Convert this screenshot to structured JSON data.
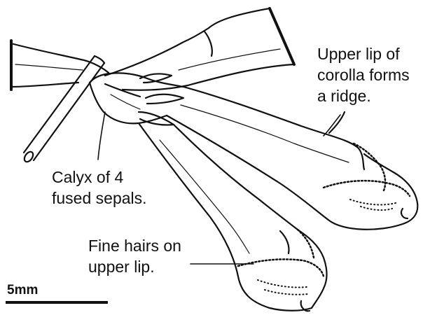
{
  "labels": {
    "upper_lip_ridge": [
      "Upper lip of",
      "corolla forms",
      "a ridge."
    ],
    "calyx": [
      "Calyx of 4",
      "fused sepals."
    ],
    "fine_hairs": [
      "Fine hairs on",
      "upper lip."
    ]
  },
  "scale_bar": {
    "label": "5mm"
  },
  "colors": {
    "ink": "#111111",
    "background": "#ffffff"
  }
}
